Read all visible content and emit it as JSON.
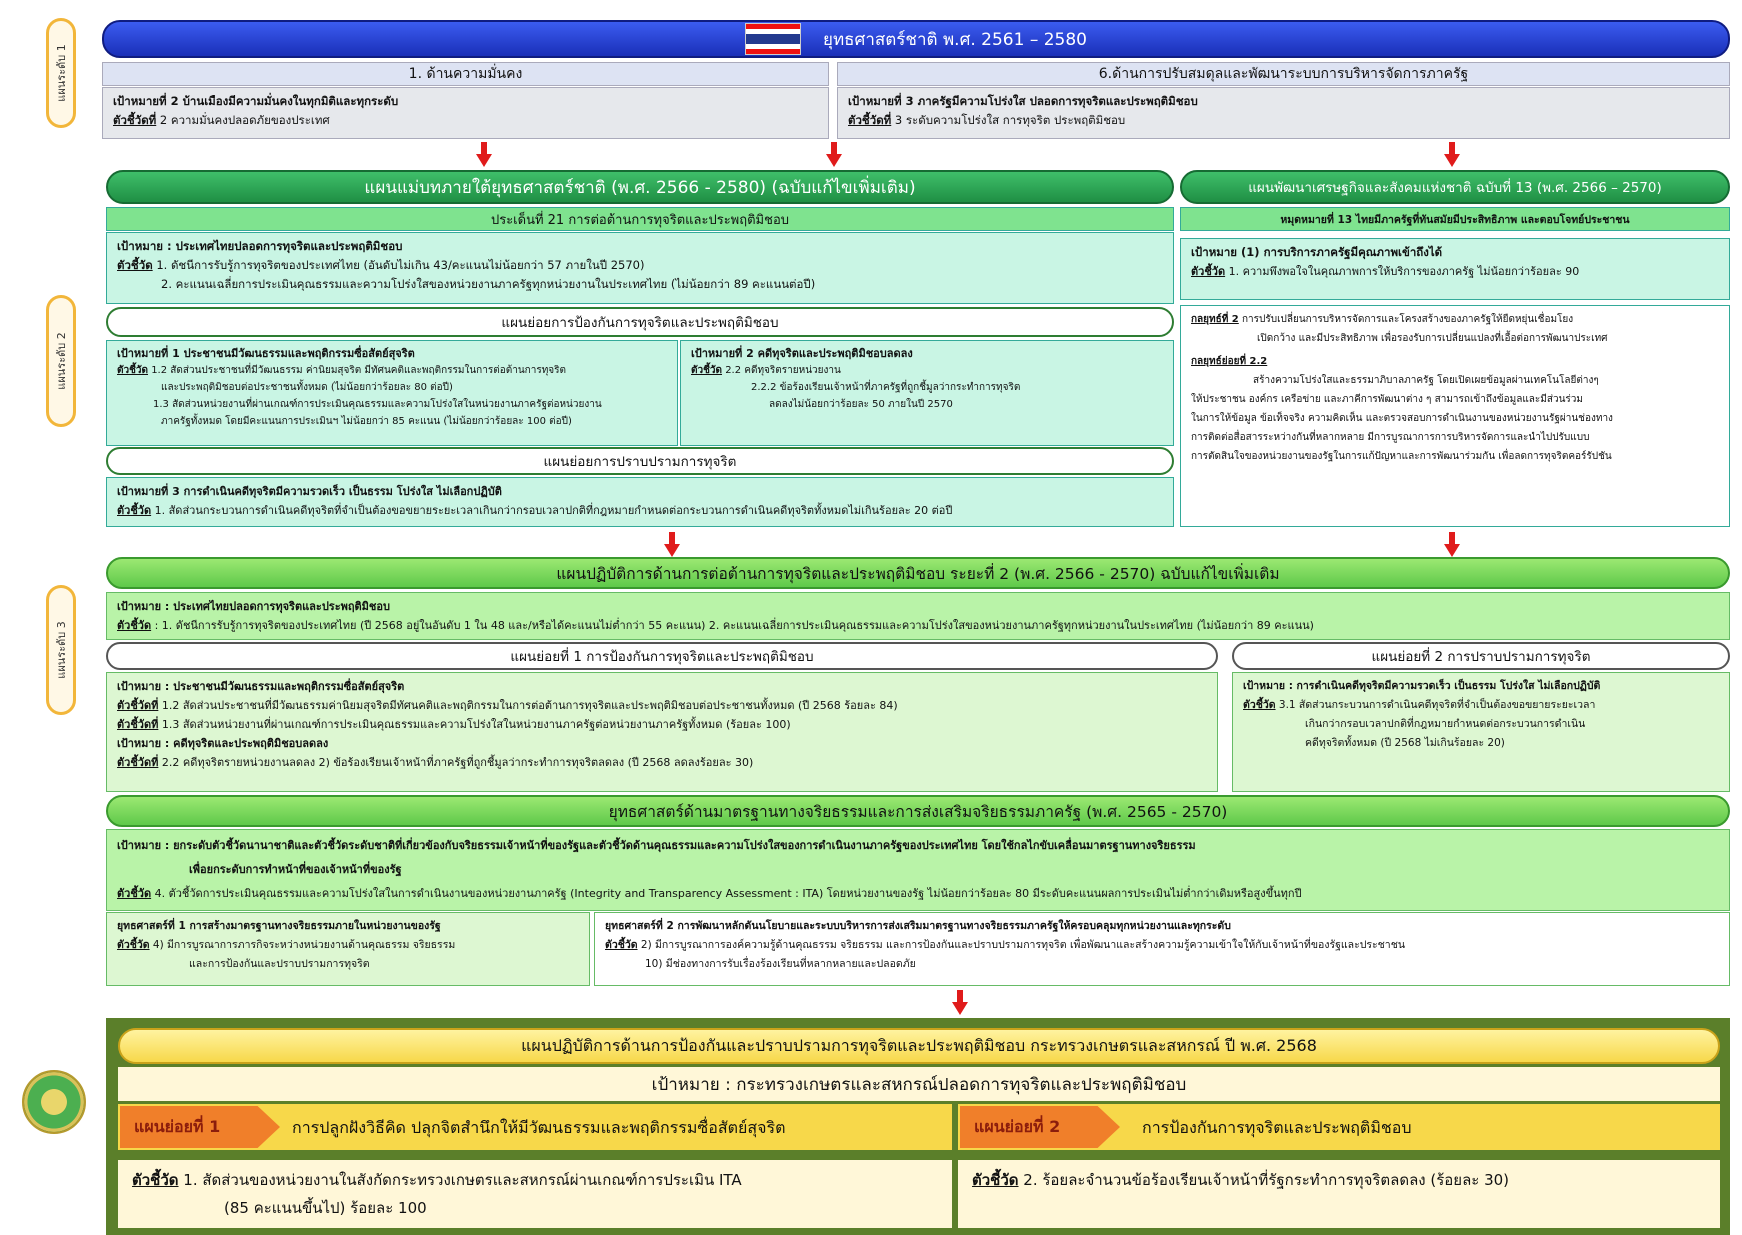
{
  "levels": [
    "แผนระดับ 1",
    "แผนระดับ 2",
    "แผนระดับ 3"
  ],
  "strategy": {
    "title": "ยุทธศาสตร์ชาติ พ.ศ. 2561 – 2580"
  },
  "l1_left": {
    "header": "1. ด้านความมั่นคง",
    "goal": "เป้าหมายที่ 2 บ้านเมืองมีความมั่นคงในทุกมิติและทุกระดับ",
    "kpi_label": "ตัวชี้วัดที่",
    "kpi_text": " 2 ความมั่นคงปลอดภัยของประเทศ"
  },
  "l1_right": {
    "header": "6.ด้านการปรับสมดุลและพัฒนาระบบการบริหารจัดการภาครัฐ",
    "goal": "เป้าหมายที่ 3 ภาครัฐมีความโปร่งใส ปลอดการทุจริตและประพฤติมิชอบ",
    "kpi_label": "ตัวชี้วัดที่",
    "kpi_text": " 3 ระดับความโปร่งใส การทุจริต ประพฤติมิชอบ"
  },
  "master": {
    "title": "แผนแม่บทภายใต้ยุทธศาสตร์ชาติ (พ.ศ. 2566 - 2580) (ฉบับแก้ไขเพิ่มเติม)",
    "issue": "ประเด็นที่ 21 การต่อต้านการทุจริตและประพฤติมิชอบ",
    "goal": "เป้าหมาย : ประเทศไทยปลอดการทุจริตและประพฤติมิชอบ",
    "kpi_label": "ตัวชี้วัด",
    "kpi1": " 1. ดัชนีการรับรู้การทุจริตของประเทศไทย (อันดับไม่เกิน 43/คะแนนไม่น้อยกว่า 57 ภายในปี 2570)",
    "kpi2": "2. คะแนนเฉลี่ยการประเมินคุณธรรมและความโปร่งใสของหน่วยงานภาครัฐทุกหน่วยงานในประเทศไทย (ไม่น้อยกว่า 89 คะแนนต่อปี)",
    "sub1": "แผนย่อยการป้องกันการทุจริตและประพฤติมิชอบ",
    "g1": "เป้าหมายที่ 1 ประชาชนมีวัฒนธรรมและพฤติกรรมซื่อสัตย์สุจริต",
    "g1k1": " 1.2 สัดส่วนประชาชนที่มีวัฒนธรรม ค่านิยมสุจริต มีทัศนคติและพฤติกรรมในการต่อต้านการทุจริต",
    "g1k1b": "และประพฤติมิชอบต่อประชาชนทั้งหมด (ไม่น้อยกว่าร้อยละ 80 ต่อปี)",
    "g1k2": "1.3 สัดส่วนหน่วยงานที่ผ่านเกณฑ์การประเมินคุณธรรมและความโปร่งใสในหน่วยงานภาครัฐต่อหน่วยงาน",
    "g1k2b": "ภาครัฐทั้งหมด โดยมีคะแนนการประเมินฯ ไม่น้อยกว่า 85 คะแนน (ไม่น้อยกว่าร้อยละ 100 ต่อปี)",
    "g2": "เป้าหมายที่ 2 คดีทุจริตและประพฤติมิชอบลดลง",
    "g2k1": " 2.2 คดีทุจริตรายหน่วยงาน",
    "g2k2": "2.2.2 ข้อร้องเรียนเจ้าหน้าที่ภาครัฐที่ถูกชี้มูลว่ากระทำการทุจริต",
    "g2k3": "ลดลงไม่น้อยกว่าร้อยละ 50 ภายในปี 2570",
    "sub2": "แผนย่อยการปราบปรามการทุจริต",
    "g3": "เป้าหมายที่ 3 การดำเนินคดีทุจริตมีความรวดเร็ว เป็นธรรม โปร่งใส ไม่เลือกปฏิบัติ",
    "g3k": " 1. สัดส่วนกระบวนการดำเนินคดีทุจริตที่จำเป็นต้องขอขยายระยะเวลาเกินกว่ากรอบเวลาปกติที่กฎหมายกำหนดต่อกระบวนการดำเนินคดีทุจริตทั้งหมดไม่เกินร้อยละ 20 ต่อปี"
  },
  "dev": {
    "title": "แผนพัฒนาเศรษฐกิจและสังคมแห่งชาติ ฉบับที่ 13 (พ.ศ. 2566 – 2570)",
    "milestone": "หมุดหมายที่ 13 ไทยมีภาครัฐที่ทันสมัยมีประสิทธิภาพ และตอบโจทย์ประชาชน",
    "goal": "เป้าหมาย (1) การบริการภาครัฐมีคุณภาพเข้าถึงได้",
    "kpi_label": "ตัวชี้วัด",
    "kpi": " 1. ความพึงพอใจในคุณภาพการให้บริการของภาครัฐ ไม่น้อยกว่าร้อยละ 90",
    "s2_label": "กลยุทธ์ที่ 2",
    "s2a": " การปรับเปลี่ยนการบริหารจัดการและโครงสร้างของภาครัฐให้ยืดหยุ่นเชื่อมโยง",
    "s2b": "เปิดกว้าง และมีประสิทธิภาพ เพื่อรองรับการเปลี่ยนแปลงที่เอื้อต่อการพัฒนาประเทศ",
    "s22_label": "กลยุทธ์ย่อยที่ 2.2",
    "s22": [
      "สร้างความโปร่งใสและธรรมาภิบาลภาครัฐ โดยเปิดเผยข้อมูลผ่านเทคโนโลยีต่างๆ",
      "ให้ประชาชน องค์กร เครือข่าย และภาคีการพัฒนาต่าง ๆ สามารถเข้าถึงข้อมูลและมีส่วนร่วม",
      "ในการให้ข้อมูล ข้อเท็จจริง ความคิดเห็น และตรวจสอบการดำเนินงานของหน่วยงานรัฐผ่านช่องทาง",
      "การติดต่อสื่อสารระหว่างกันที่หลากหลาย มีการบูรณาการการบริหารจัดการและนำไปปรับแบบ",
      "การตัดสินใจของหน่วยงานของรัฐในการแก้ปัญหาและการพัฒนาร่วมกัน เพื่อลดการทุจริตคอร์รัปชัน"
    ]
  },
  "action": {
    "title": "แผนปฏิบัติการด้านการต่อต้านการทุจริตและประพฤติมิชอบ ระยะที่ 2 (พ.ศ. 2566 - 2570) ฉบับแก้ไขเพิ่มเติม",
    "goal": "เป้าหมาย : ประเทศไทยปลอดการทุจริตและประพฤติมิชอบ",
    "kpi_label": "ตัวชี้วัด",
    "kpi": " : 1. ดัชนีการรับรู้การทุจริตของประเทศไทย (ปี 2568 อยู่ในอันดับ 1 ใน 48 และ/หรือได้คะแนนไม่ต่ำกว่า 55 คะแนน)      2. คะแนนเฉลี่ยการประเมินคุณธรรมและความโปร่งใสของหน่วยงานภาครัฐทุกหน่วยงานในประเทศไทย (ไม่น้อยกว่า 89 คะแนน)",
    "sub1": "แผนย่อยที่ 1 การป้องกันการทุจริตและประพฤติมิชอบ",
    "sub2": "แผนย่อยที่ 2 การปราบปรามการทุจริต",
    "l_goal": "เป้าหมาย :  ประชาชนมีวัฒนธรรมและพฤติกรรมซื่อสัตย์สุจริต",
    "l_kpi_label": "ตัวชี้วัดที่",
    "l_k1": " 1.2 สัดส่วนประชาชนที่มีวัฒนธรรมค่านิยมสุจริตมีทัศนคติและพฤติกรรมในการต่อต้านการทุจริตและประพฤติมิชอบต่อประชาชนทั้งหมด (ปี 2568 ร้อยละ 84)",
    "l_k2": " 1.3 สัดส่วนหน่วยงานที่ผ่านเกณฑ์การประเมินคุณธรรมและความโปร่งใสในหน่วยงานภาครัฐต่อหน่วยงานภาครัฐทั้งหมด (ร้อยละ 100)",
    "l_goal2": "เป้าหมาย : คดีทุจริตและประพฤติมิชอบลดลง",
    "l_k3": " 2.2 คดีทุจริตรายหน่วยงานลดลง 2) ข้อร้องเรียนเจ้าหน้าที่ภาครัฐที่ถูกชี้มูลว่ากระทำการทุจริตลดลง (ปี 2568 ลดลงร้อยละ 30)",
    "r_goal": "เป้าหมาย : การดำเนินคดีทุจริตมีความรวดเร็ว เป็นธรรม โปร่งใส ไม่เลือกปฏิบัติ",
    "r_kpi_label": "ตัวชี้วัด",
    "r_k1": " 3.1 สัดส่วนกระบวนการดำเนินคดีทุจริตที่จำเป็นต้องขอขยายระยะเวลา",
    "r_k2": "เกินกว่ากรอบเวลาปกติที่กฎหมายกำหนดต่อกระบวนการดำเนิน",
    "r_k3": "คดีทุจริตทั้งหมด  (ปี 2568 ไม่เกินร้อยละ 20)"
  },
  "ethics": {
    "title": "ยุทธศาสตร์ด้านมาตรฐานทางจริยธรรมและการส่งเสริมจริยธรรมภาครัฐ (พ.ศ. 2565 - 2570)",
    "goal1": "เป้าหมาย : ยกระดับตัวชี้วัดนานาชาติและตัวชี้วัดระดับชาติที่เกี่ยวข้องกับจริยธรรมเจ้าหน้าที่ของรัฐและตัวชี้วัดด้านคุณธรรมและความโปร่งใสของการดำเนินงานภาครัฐของประเทศไทย โดยใช้กลไกขับเคลื่อนมาตรฐานทางจริยธรรม",
    "goal2": "เพื่อยกระดับการทำหน้าที่ของเจ้าหน้าที่ของรัฐ",
    "kpi_label": "ตัวชี้วัด",
    "kpi": " 4. ตัวชี้วัดการประเมินคุณธรรมและความโปร่งใสในการดำเนินงานของหน่วยงานภาครัฐ (Integrity and Transparency Assessment : ITA) โดยหน่วยงานของรัฐ ไม่น้อยกว่าร้อยละ 80 มีระดับคะแนนผลการประเมินไม่ต่ำกว่าเดิมหรือสูงขึ้นทุกปี",
    "s1": "ยุทธศาสตร์ที่ 1 การสร้างมาตรฐานทางจริยธรรมภายในหน่วยงานของรัฐ",
    "s1k": " 4) มีการบูรณาการภารกิจระหว่างหน่วยงานด้านคุณธรรม จริยธรรม",
    "s1k2": "และการป้องกันและปราบปรามการทุจริต",
    "s2": "ยุทธศาสตร์ที่ 2 การพัฒนาหลักดันนโยบายและระบบบริหารการส่งเสริมมาตรฐานทางจริยธรรมภาครัฐให้ครอบคลุมทุกหน่วยงานและทุกระดับ",
    "s2k": " 2) มีการบูรณาการองค์ความรู้ด้านคุณธรรม จริยธรรม และการป้องกันและปราบปรามการทุจริต เพื่อพัฒนาและสร้างความรู้ความเข้าใจให้กับเจ้าหน้าที่ของรัฐและประชาชน",
    "s2k2": "10) มีช่องทางการรับเรื่องร้องเรียนที่หลากหลายและปลอดภัย"
  },
  "ministry": {
    "title": "แผนปฏิบัติการด้านการป้องกันและปราบปรามการทุจริตและประพฤติมิชอบ กระทรวงเกษตรและสหกรณ์ ปี พ.ศ. 2568",
    "goal": "เป้าหมาย : กระทรวงเกษตรและสหกรณ์ปลอดการทุจริตและประพฤติมิชอบ",
    "sub1_label": "แผนย่อยที่ 1",
    "sub1_text": "การปลูกฝังวิธีคิด ปลุกจิตสำนึกให้มีวัฒนธรรมและพฤติกรรมซื่อสัตย์สุจริต",
    "sub2_label": "แผนย่อยที่ 2",
    "sub2_text": "การป้องกันการทุจริตและประพฤติมิชอบ",
    "kpi_label": "ตัวชี้วัด",
    "k1": " 1. สัดส่วนของหน่วยงานในสังกัดกระทรวงเกษตรและสหกรณ์ผ่านเกณฑ์การประเมิน ITA",
    "k1b": "(85 คะแนนขึ้นไป) ร้อยละ 100",
    "k2": " 2. ร้อยละจำนวนข้อร้องเรียนเจ้าหน้าที่รัฐกระทำการทุจริตลดลง (ร้อยละ 30)"
  },
  "colors": {
    "blue": "#1f3fd6",
    "green": "#2a9d4f",
    "lightgreen": "#7fd66a",
    "mint": "#c9f5e4",
    "gold": "#f7d84a",
    "orange": "#f07f2a",
    "olive": "#5b7f2a"
  }
}
